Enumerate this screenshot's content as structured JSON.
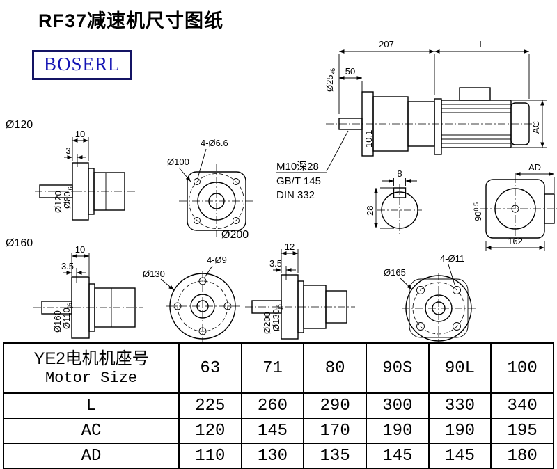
{
  "page": {
    "title": "RF37减速机尺寸图纸",
    "logo_text": "BOSERL",
    "colors": {
      "logo_text": "#1414b4",
      "logo_border": "#141464",
      "line": "#000000"
    }
  },
  "main_view": {
    "dim_207": "207",
    "dim_L": "L",
    "dim_50": "50",
    "shaft_dia": "Ø25",
    "shaft_fit": "k6",
    "dim_101": "10.1",
    "dim_AC": "AC",
    "note_tap": "M10深28",
    "note_gbt": "GB/T 145",
    "note_din": "DIN 332"
  },
  "flange_120": {
    "label": "Ø120",
    "dim_10": "10",
    "dim_3": "3",
    "dia_outer": "Ø120",
    "dia_spigot": "Ø80",
    "spigot_fit": "j6"
  },
  "square_flange": {
    "holes": "4-Ø6.6",
    "dia": "Ø100"
  },
  "shaft_end": {
    "dim_8": "8",
    "dim_28": "28"
  },
  "side_view": {
    "dim_AD": "AD",
    "dim_90": "90",
    "dim_90_tol": "0.5",
    "dim_162": "162"
  },
  "flange_160": {
    "label": "Ø160",
    "dim_10": "10",
    "dim_35": "3.5",
    "dia_outer": "Ø160",
    "dia_spigot": "Ø110",
    "spigot_fit": "j6"
  },
  "flange_130": {
    "dia": "Ø130",
    "holes": "4-Ø9"
  },
  "flange_200": {
    "label": "Ø200",
    "dim_12": "12",
    "dim_35": "3.5",
    "dia_outer": "Ø200",
    "dia_spigot": "Ø130",
    "spigot_fit": "j6"
  },
  "flange_165": {
    "dia": "Ø165",
    "holes": "4-Ø11"
  },
  "table": {
    "header": {
      "line1": "YE2电机机座号",
      "line2": "Motor Size"
    },
    "columns": [
      "63",
      "71",
      "80",
      "90S",
      "90L",
      "100"
    ],
    "rows": [
      {
        "label": "L",
        "values": [
          "225",
          "260",
          "290",
          "300",
          "330",
          "340"
        ]
      },
      {
        "label": "AC",
        "values": [
          "120",
          "145",
          "170",
          "190",
          "190",
          "195"
        ]
      },
      {
        "label": "AD",
        "values": [
          "110",
          "130",
          "135",
          "145",
          "145",
          "180"
        ]
      }
    ]
  }
}
